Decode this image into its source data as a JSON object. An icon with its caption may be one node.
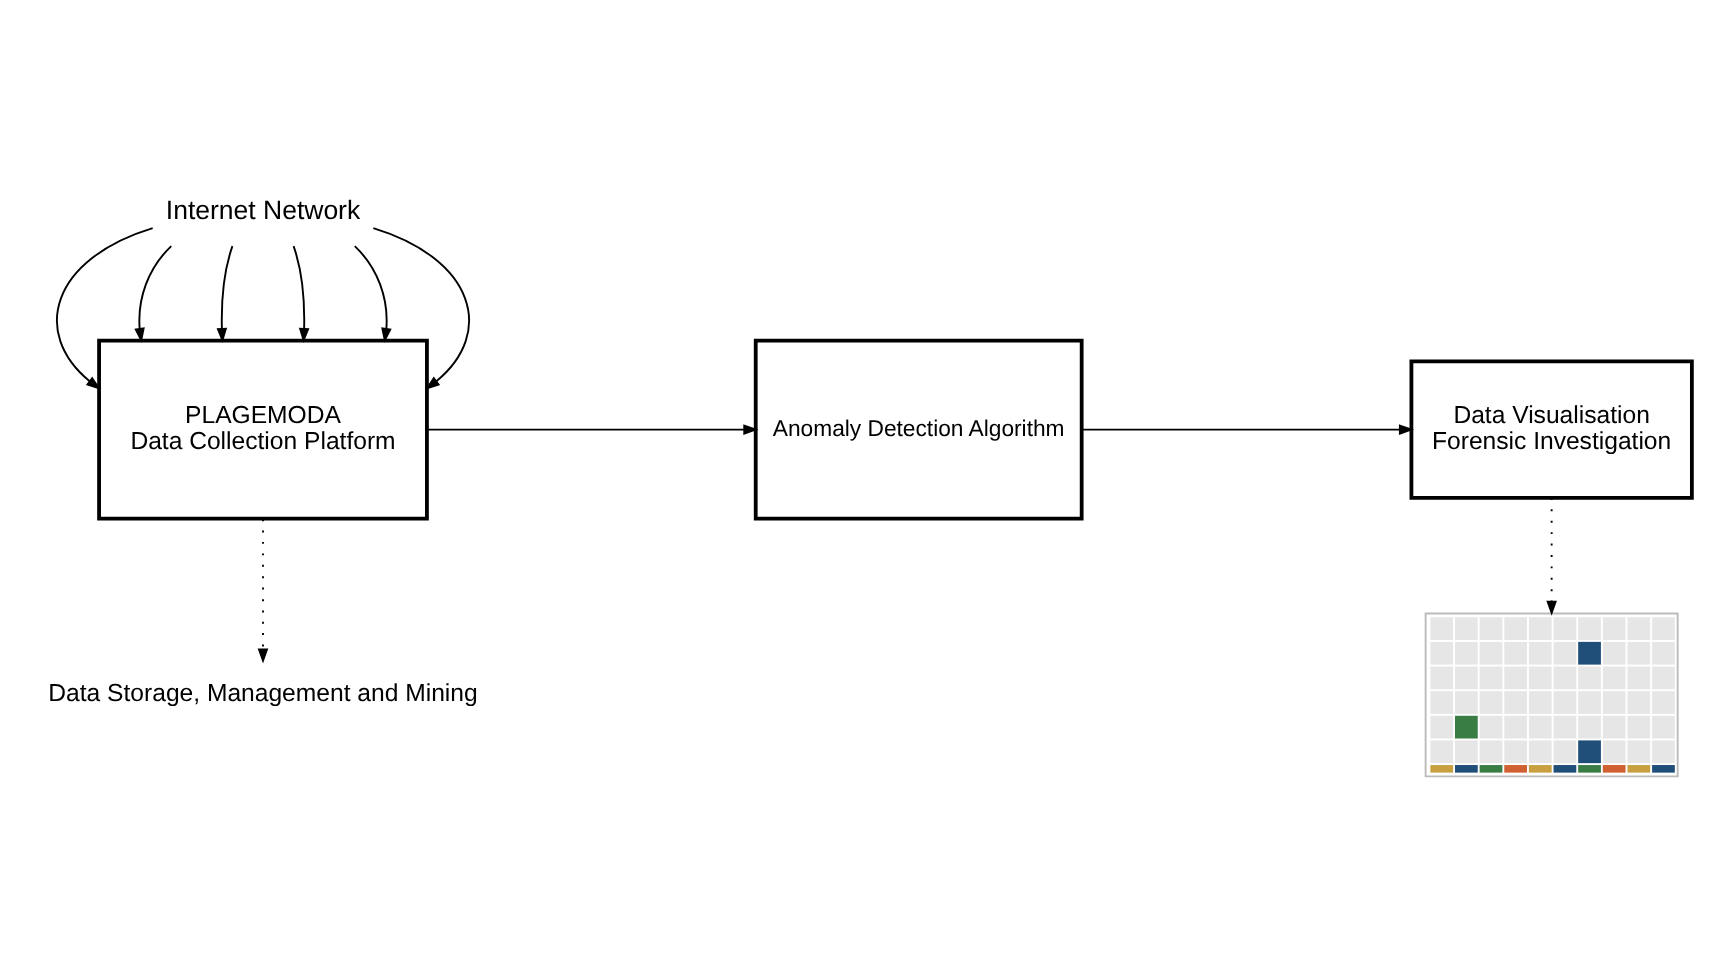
{
  "diagram": {
    "nodes": [
      {
        "text": [
          "Internet Network"
        ]
      },
      {
        "text": [
          "PLAGEMODA",
          "Data Collection Platform"
        ]
      },
      {
        "text": [
          "Anomaly Detection Algorithm"
        ]
      },
      {
        "text": [
          "Data Visualisation",
          "Forensic Investigation"
        ]
      },
      {
        "text": [
          "Data Storage, Management and Mining"
        ]
      },
      {
        "text": [],
        "shape": "picture"
      }
    ],
    "edges": [
      {
        "from": 0,
        "to": 1,
        "arrow": "to"
      },
      {
        "from": 0,
        "to": 1,
        "arrow": "to"
      },
      {
        "from": 0,
        "to": 1,
        "arrow": "to"
      },
      {
        "from": 0,
        "to": 1,
        "arrow": "to"
      },
      {
        "from": 0,
        "to": 1,
        "arrow": "to"
      },
      {
        "from": 0,
        "to": 1,
        "arrow": "to"
      },
      {
        "from": 1,
        "to": 2,
        "arrow": "to"
      },
      {
        "from": 2,
        "to": 3,
        "arrow": "to"
      },
      {
        "from": 1,
        "to": 4,
        "arrow": "to",
        "style": "dashed"
      },
      {
        "from": 3,
        "to": 5,
        "arrow": "to",
        "style": "dashed"
      }
    ]
  }
}
